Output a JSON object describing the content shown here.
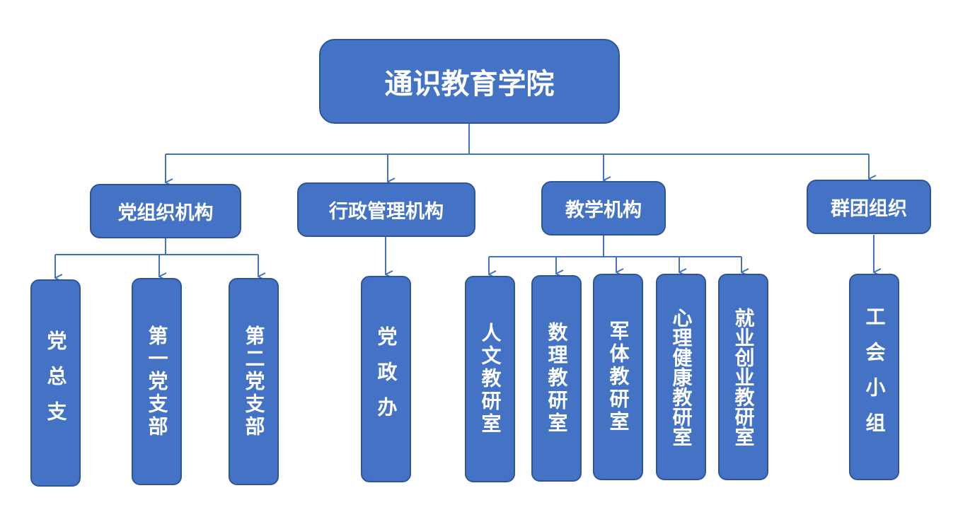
{
  "diagram": {
    "type": "org-chart",
    "colors": {
      "fill": "#4472C4",
      "border": "#2F5597",
      "text": "#FFFFFF",
      "connector": "#4472C4"
    },
    "root": {
      "label": "通识教育学院"
    },
    "departments": [
      {
        "label": "党组织机构",
        "children": [
          "党总支",
          "第一党支部",
          "第二党支部"
        ]
      },
      {
        "label": "行政管理机构",
        "children": [
          "党政办"
        ]
      },
      {
        "label": "教学机构",
        "children": [
          "人文教研室",
          "数理教研室",
          "军体教研室",
          "心理健康教研室",
          "就业创业教研室"
        ]
      },
      {
        "label": "群团组织",
        "children": [
          "工会小组"
        ]
      }
    ]
  }
}
